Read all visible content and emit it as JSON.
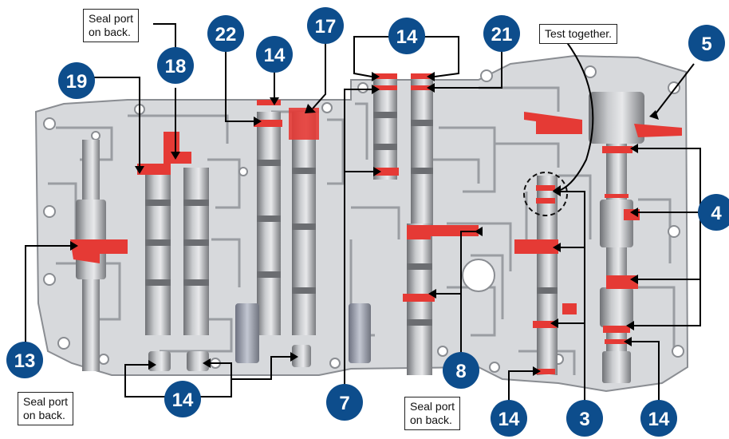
{
  "notes": {
    "seal_port_top": "Seal port\non back.",
    "test_together": "Test together.",
    "seal_port_left": "Seal port\non back.",
    "seal_port_bottom": "Seal port\non back."
  },
  "callouts": {
    "c22": "22",
    "c14_top": "14",
    "c17": "17",
    "c18": "18",
    "c19": "19",
    "c14_topright": "14",
    "c21": "21",
    "c5": "5",
    "c4": "4",
    "c13": "13",
    "c14_bottom_left": "14",
    "c7": "7",
    "c8": "8",
    "c14_bottom": "14",
    "c3": "3",
    "c14_bottom_right": "14"
  },
  "colors": {
    "seal_red": "#e53a35",
    "callout_blue": "#0d4d8c",
    "body_gray": "#d7d9dc",
    "channel_gray": "#9a9da2",
    "valve_gray": "#8b8d91"
  }
}
